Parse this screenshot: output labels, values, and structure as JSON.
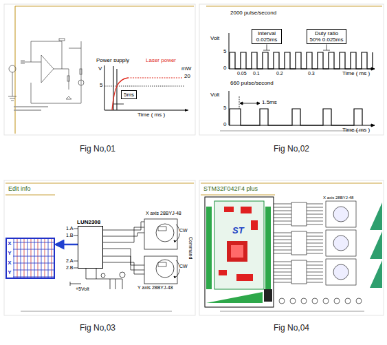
{
  "diagram": {
    "nodes": [
      {
        "text": [
          "5ms"
        ]
      },
      {
        "text": [
          "Interval 0.025ms"
        ]
      },
      {
        "text": [
          "Duty ratio 50% 0.025ms"
        ]
      },
      {
        "text": [
          "LUN2308"
        ]
      },
      {
        "text": [
          "X",
          "Y",
          "X",
          "Y"
        ]
      }
    ],
    "edges": [
      {
        "from": 3,
        "to": 4,
        "arrow": "to"
      }
    ],
    "labels": [
      "Power supply",
      "Laser power",
      "V",
      "mW",
      "5",
      "20",
      "Time ( ms )",
      "Fig No,01",
      "2000 pulse/second",
      "Volt",
      "5",
      "0",
      "0.05",
      "0.1",
      "0.2",
      "0.3",
      "Time ( ms )",
      "660 pulse/second",
      "Volt",
      "1.5ms",
      "5",
      "0",
      "Time ( ms )",
      "Fig No,02",
      "Edit info",
      "1.A",
      "1.B",
      "2.A",
      "2.B",
      "X axis 28BYJ-48",
      "Y axis 28BYJ-48",
      "CW",
      "CW",
      "Command",
      "+5Volt",
      "Fig No,03",
      "STM32F042F4 plus",
      "Fig No,04",
      "ST",
      "X axis 28BYJ-48"
    ]
  }
}
